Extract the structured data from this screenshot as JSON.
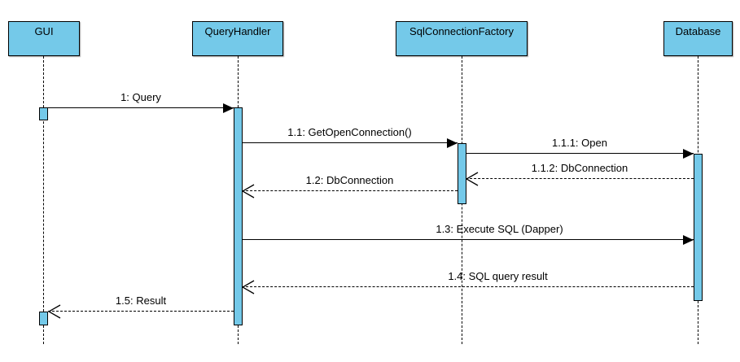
{
  "diagram": {
    "type": "uml-sequence-diagram",
    "colors": {
      "participant_fill": "#74c9e9",
      "line": "#000000",
      "background": "#ffffff"
    },
    "participants": [
      {
        "name": "GUI"
      },
      {
        "name": "QueryHandler"
      },
      {
        "name": "SqlConnectionFactory"
      },
      {
        "name": "Database"
      }
    ],
    "messages": [
      {
        "label": "1: Query",
        "from": "GUI",
        "to": "QueryHandler",
        "style": "solid-filled-arrow"
      },
      {
        "label": "1.1: GetOpenConnection()",
        "from": "QueryHandler",
        "to": "SqlConnectionFactory",
        "style": "solid-filled-arrow"
      },
      {
        "label": "1.1.1: Open",
        "from": "SqlConnectionFactory",
        "to": "Database",
        "style": "solid-filled-arrow"
      },
      {
        "label": "1.1.2: DbConnection",
        "from": "Database",
        "to": "SqlConnectionFactory",
        "style": "dashed-open-arrow"
      },
      {
        "label": "1.2: DbConnection",
        "from": "SqlConnectionFactory",
        "to": "QueryHandler",
        "style": "dashed-open-arrow"
      },
      {
        "label": "1.3: Execute SQL (Dapper)",
        "from": "QueryHandler",
        "to": "Database",
        "style": "solid-filled-arrow"
      },
      {
        "label": "1.4: SQL query result",
        "from": "Database",
        "to": "QueryHandler",
        "style": "dashed-open-arrow"
      },
      {
        "label": "1.5: Result",
        "from": "QueryHandler",
        "to": "GUI",
        "style": "dashed-open-arrow"
      }
    ]
  }
}
